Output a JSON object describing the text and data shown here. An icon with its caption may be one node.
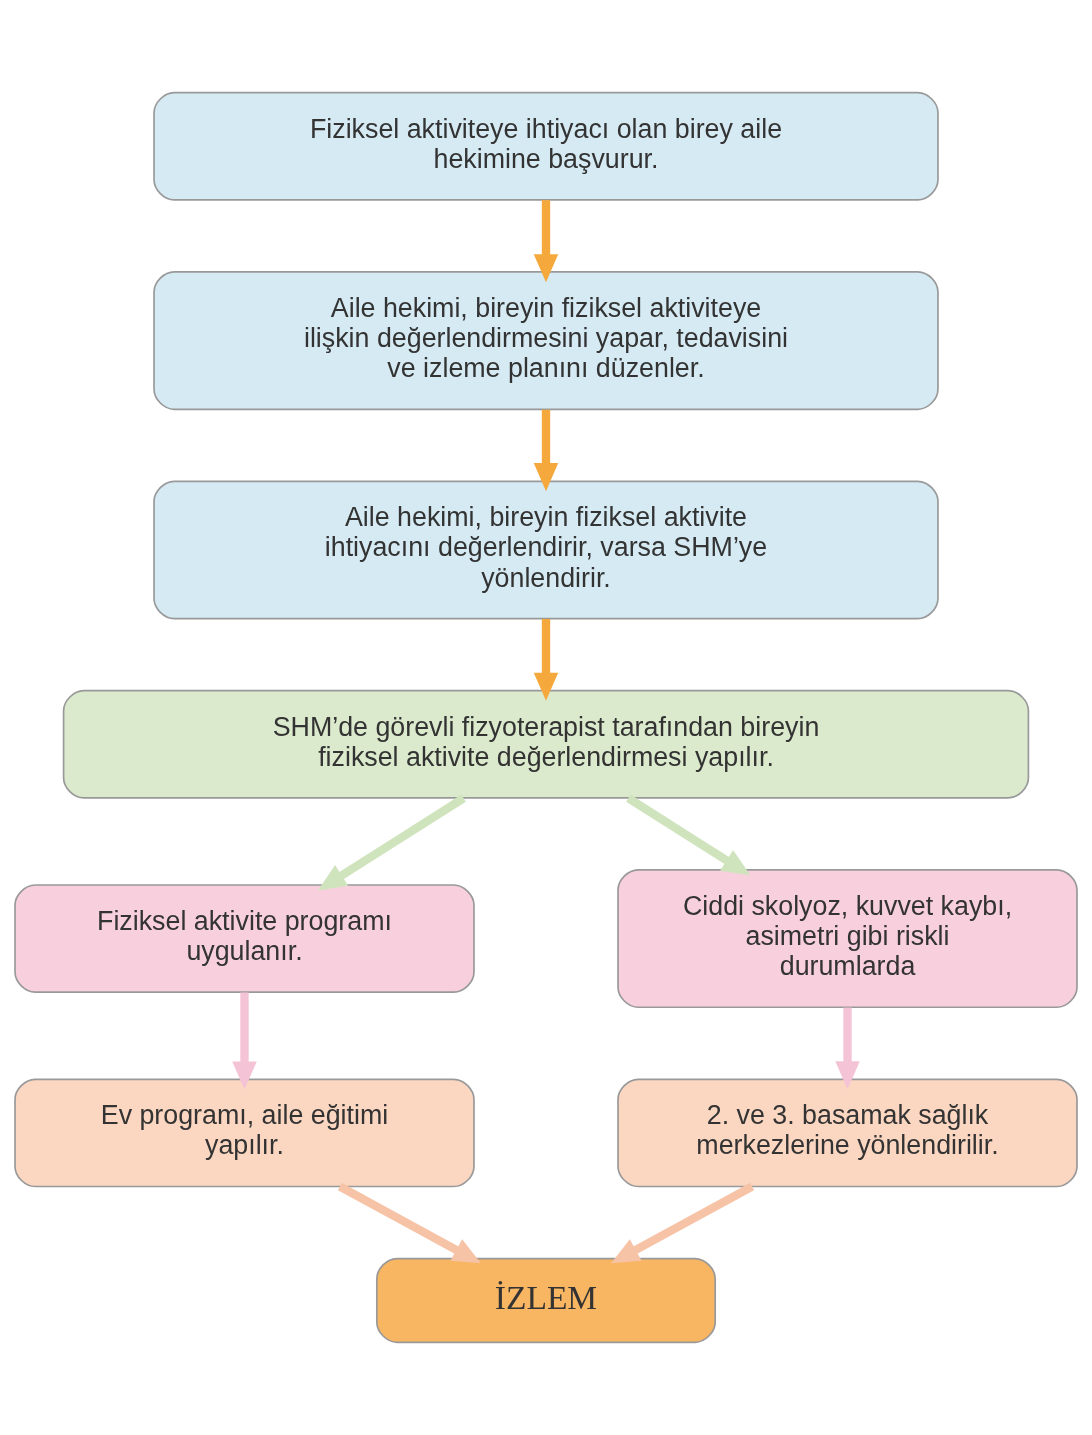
{
  "diagram": {
    "nodes": [
      {
        "text": [
          "Fiziksel aktiviteye ihtiyacı olan birey aile hekimine başvurur."
        ]
      },
      {
        "text": [
          "Aile hekimi, bireyin fiziksel aktiviteye ilişkin değerlendirmesini yapar, tedavisini ve izleme planını düzenler."
        ]
      },
      {
        "text": [
          "Aile hekimi, bireyin fiziksel aktivite ihtiyacını değerlendirir, varsa SHM’ye yönlendirir."
        ]
      },
      {
        "text": [
          "SHM’de görevli fizyoterapist tarafından bireyin fiziksel aktivite değerlendirmesi yapılır."
        ]
      },
      {
        "text": [
          "Fiziksel aktivite programı uygulanır."
        ]
      },
      {
        "text": [
          "Ciddi skolyoz, kuvvet kaybı, asimetri gibi riskli durumlarda"
        ]
      },
      {
        "text": [
          "Ev programı, aile eğitimi yapılır."
        ]
      },
      {
        "text": [
          "2. ve 3. basamak sağlık merkezlerine yönlendirilir."
        ]
      },
      {
        "text": [
          "İZLEM"
        ]
      }
    ],
    "edges": [
      {
        "from": 0,
        "to": 1,
        "arrow": "to",
        "color": "#f5a93d"
      },
      {
        "from": 1,
        "to": 2,
        "arrow": "to",
        "color": "#f5a93d"
      },
      {
        "from": 2,
        "to": 3,
        "arrow": "to",
        "color": "#f5a93d"
      },
      {
        "from": 3,
        "to": 4,
        "arrow": "to",
        "color": "#cfe4bd"
      },
      {
        "from": 3,
        "to": 5,
        "arrow": "to",
        "color": "#cfe4bd"
      },
      {
        "from": 4,
        "to": 6,
        "arrow": "to",
        "color": "#f5c3d6"
      },
      {
        "from": 5,
        "to": 7,
        "arrow": "to",
        "color": "#f5c3d6"
      },
      {
        "from": 6,
        "to": 8,
        "arrow": "to",
        "color": "#f7c3a6"
      },
      {
        "from": 7,
        "to": 8,
        "arrow": "to",
        "color": "#f7c3a6"
      }
    ]
  }
}
